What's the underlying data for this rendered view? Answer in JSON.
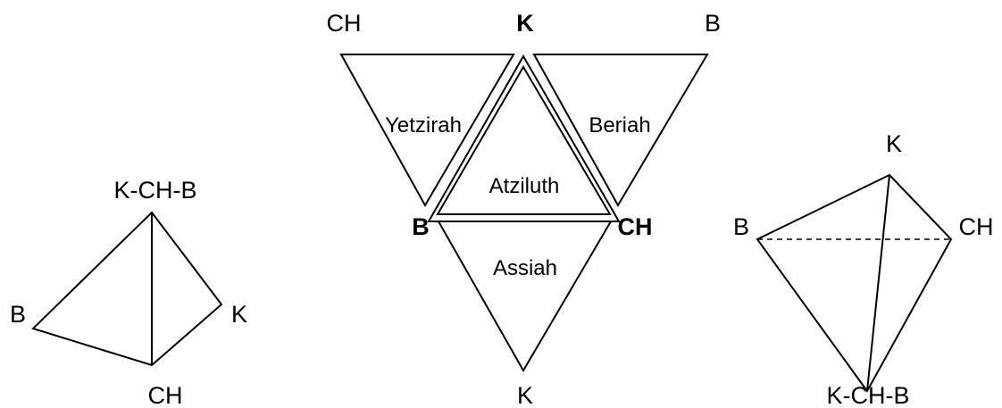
{
  "left_figure": {
    "apex": "K-CH-B",
    "left": "B",
    "right": "K",
    "bottom": "CH"
  },
  "center_figure": {
    "top_left": "CH",
    "top_center": "K",
    "top_right": "B",
    "mid_left": "B",
    "mid_right": "CH",
    "bottom": "K",
    "worlds": {
      "yetzirah": "Yetzirah",
      "beriah": "Beriah",
      "atziluth": "Atziluth",
      "assiah": "Assiah"
    }
  },
  "right_figure": {
    "top": "K",
    "left": "B",
    "right": "CH",
    "bottom": "K-CH-B"
  },
  "colors": {
    "line": "#000000",
    "background": "#ffffff"
  }
}
